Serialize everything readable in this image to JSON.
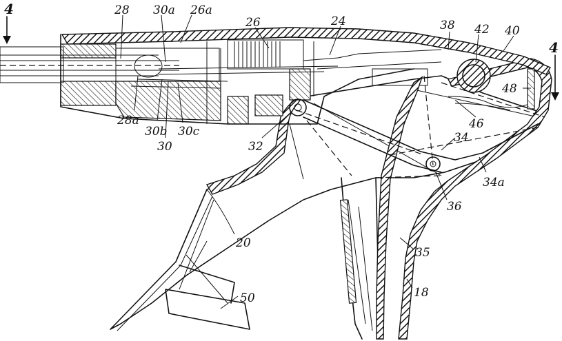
{
  "labels": {
    "section_left": "4",
    "section_right": "4",
    "l28": "28",
    "l30a": "30a",
    "l26a": "26a",
    "l26": "26",
    "l24": "24",
    "l38": "38",
    "l42": "42",
    "l40": "40",
    "l48": "48",
    "l46": "46",
    "l34": "34",
    "l34a": "34a",
    "l36": "36",
    "l28a": "28a",
    "l30b": "30b",
    "l30": "30",
    "l30c": "30c",
    "l32": "32",
    "l20": "20",
    "l35": "35",
    "l18": "18",
    "l50": "50"
  }
}
